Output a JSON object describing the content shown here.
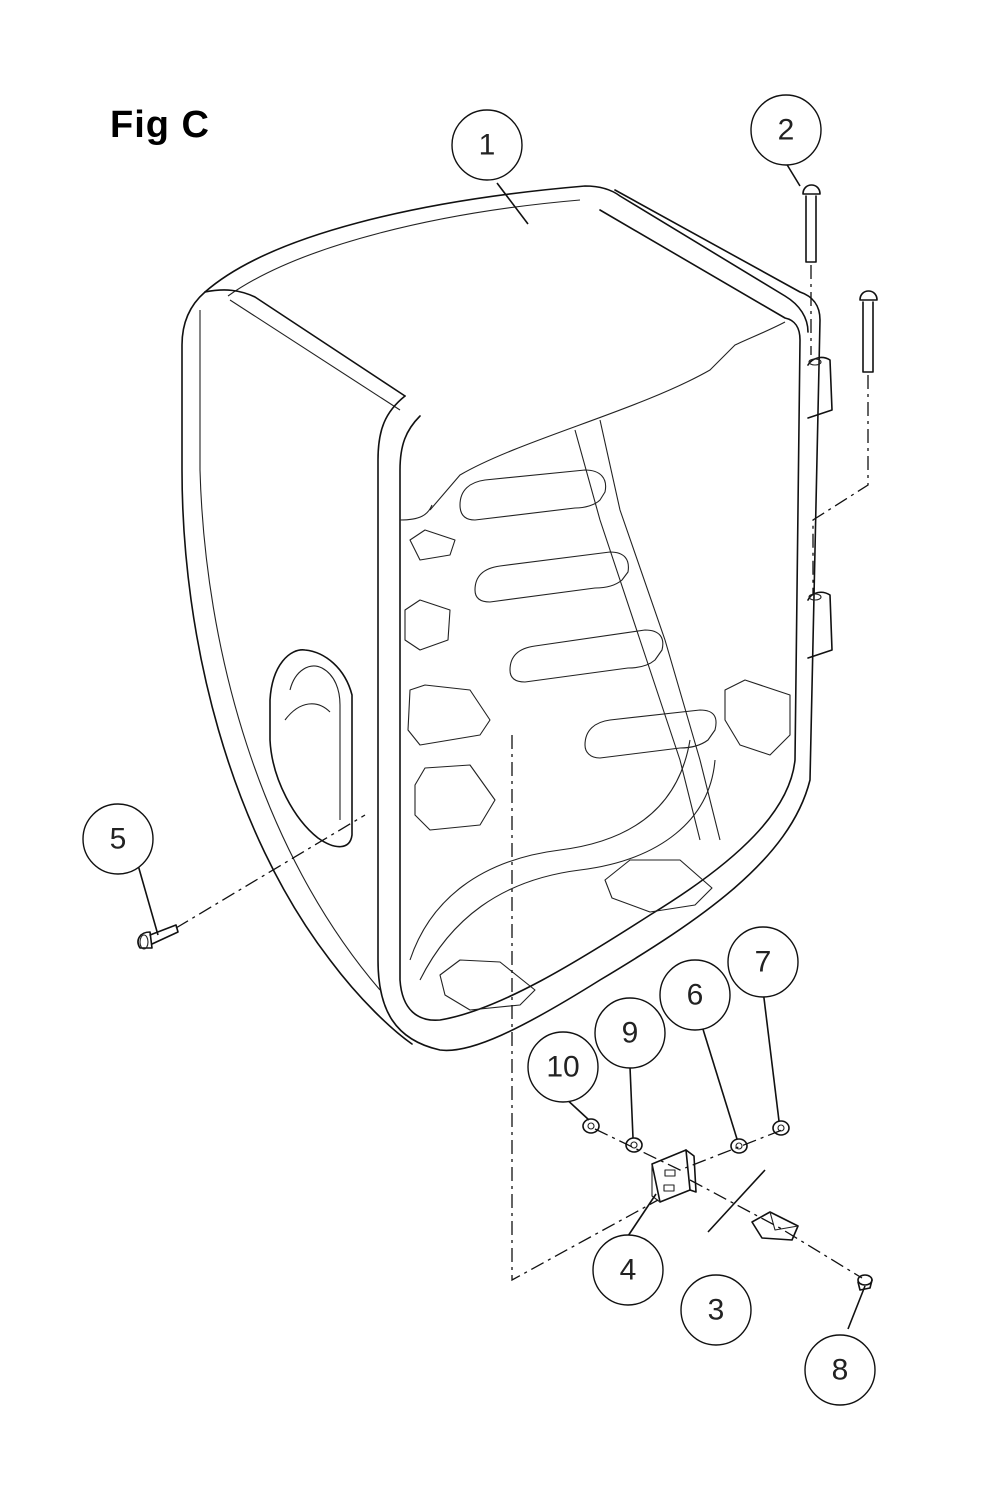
{
  "figure": {
    "title": "Fig C"
  },
  "callouts": [
    "1",
    "2",
    "3",
    "4",
    "5",
    "6",
    "7",
    "8",
    "9",
    "10"
  ]
}
